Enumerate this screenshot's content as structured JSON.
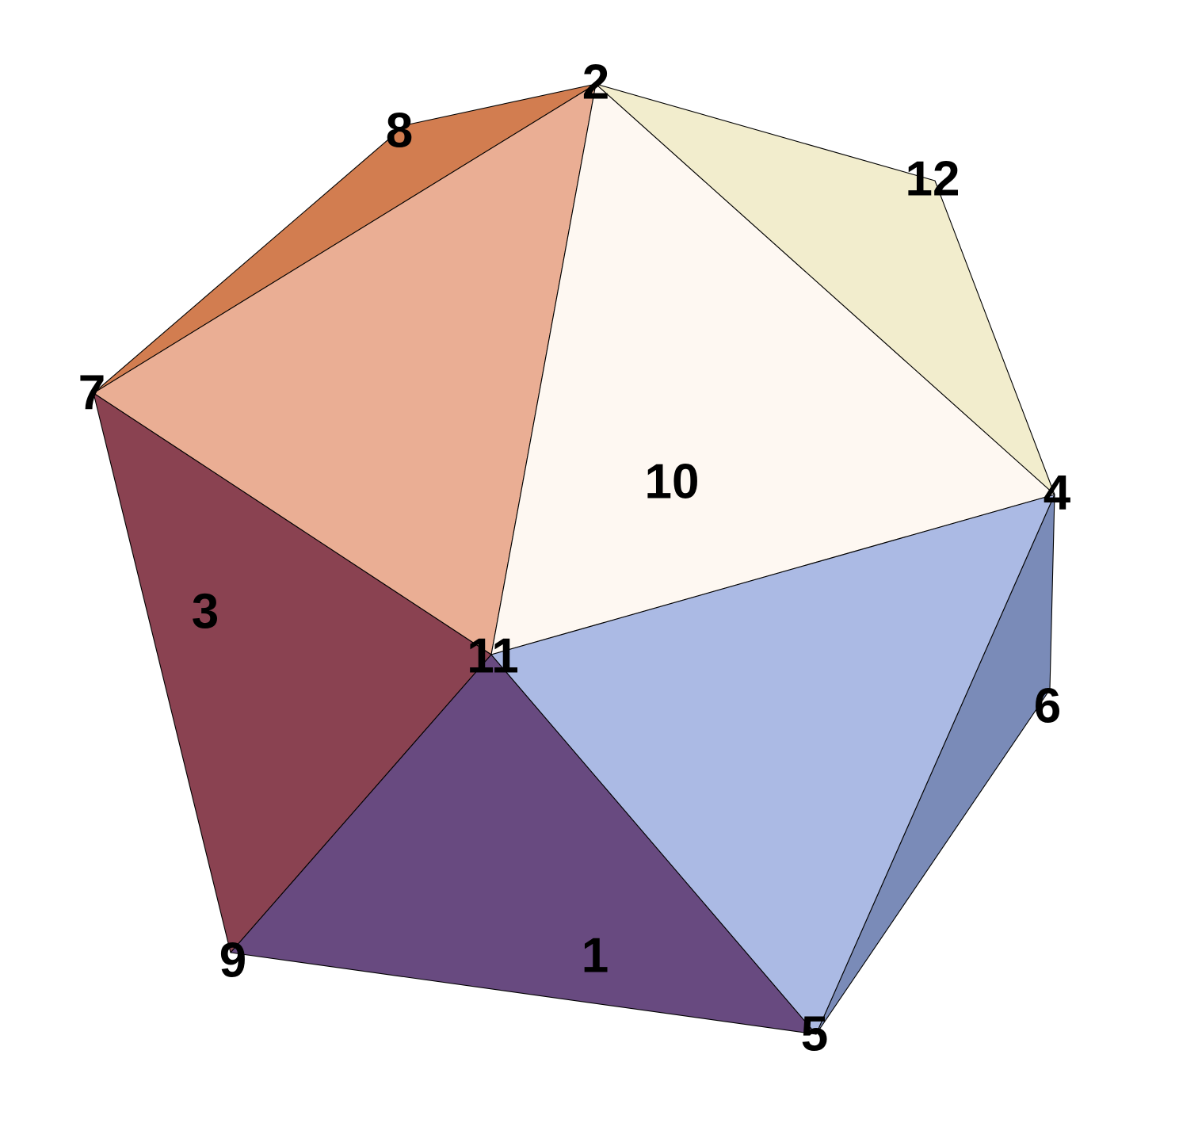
{
  "faces": [
    {
      "id": "8",
      "color": "#D27D50"
    },
    {
      "id": "7",
      "color": "#EAAE94"
    },
    {
      "id": "10",
      "color": "#FEF8F2"
    },
    {
      "id": "12",
      "color": "#F2EDCD"
    },
    {
      "id": "3",
      "color": "#8A4251"
    },
    {
      "id": "1",
      "color": "#684A80"
    },
    {
      "id": "11",
      "color": "#ABBAE4"
    },
    {
      "id": "6",
      "color": "#7A8BB8"
    }
  ],
  "labels": [
    "2",
    "8",
    "12",
    "7",
    "10",
    "4",
    "3",
    "11",
    "6",
    "9",
    "1",
    "5"
  ]
}
